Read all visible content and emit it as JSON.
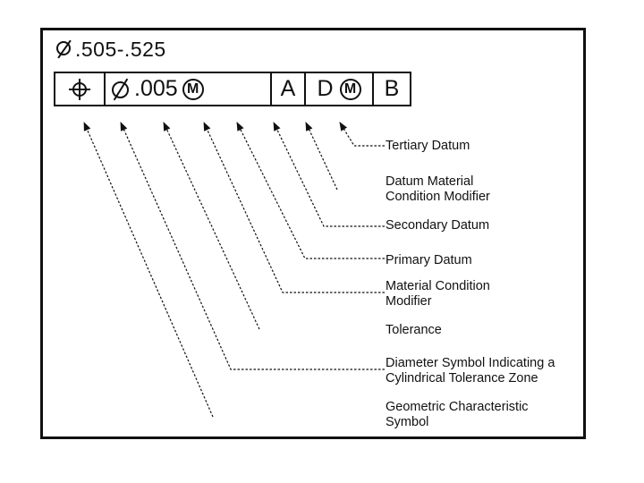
{
  "size_dimension": {
    "value": ".505-.525"
  },
  "feature_control_frame": {
    "tolerance_value": ".005",
    "tolerance_modifier": "M",
    "primary_datum": "A",
    "secondary_datum": "D",
    "secondary_modifier": "M",
    "tertiary_datum": "B"
  },
  "labels": {
    "tertiary_datum": "Tertiary Datum",
    "datum_material_condition_modifier": [
      "Datum Material",
      "Condition Modifier"
    ],
    "secondary_datum": "Secondary Datum",
    "primary_datum": "Primary Datum",
    "material_condition_modifier": [
      "Material Condition",
      "Modifier"
    ],
    "tolerance": "Tolerance",
    "diameter_symbol": [
      "Diameter Symbol Indicating a",
      "Cylindrical Tolerance Zone"
    ],
    "geometric_characteristic_symbol": [
      "Geometric Characteristic",
      "Symbol"
    ]
  }
}
